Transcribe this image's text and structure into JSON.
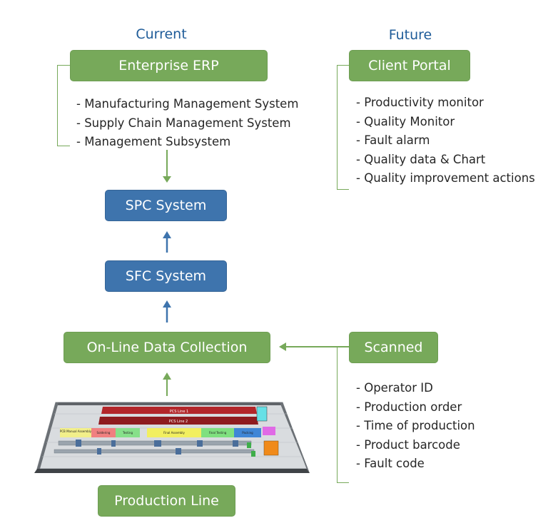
{
  "headings": {
    "current": "Current",
    "future": "Future"
  },
  "boxes": {
    "erp": "Enterprise ERP",
    "client_portal": "Client Portal",
    "spc": "SPC System",
    "sfc": "SFC System",
    "data_collection": "On-Line Data Collection",
    "scanned": "Scanned",
    "production_line": "Production Line"
  },
  "erp_items": [
    "Manufacturing Management System",
    "Supply Chain Management System",
    "Management Subsystem"
  ],
  "portal_items": [
    "Productivity monitor",
    "Quality Monitor",
    "Fault alarm",
    "Quality data & Chart",
    "Quality improvement actions"
  ],
  "scanned_items": [
    "Operator ID",
    "Production order",
    "Time of production",
    "Product barcode",
    "Fault code"
  ],
  "floorplan": {
    "line1": "PCS Line 1",
    "line2": "PCS Line 2",
    "zones": [
      "PCB Manual Assembly",
      "Soldering",
      "Testing",
      "Final Assembly",
      "Final Testing",
      "Packing"
    ]
  },
  "colors": {
    "green": "#77a95a",
    "blue": "#3e74ad",
    "heading": "#1f5c99"
  }
}
